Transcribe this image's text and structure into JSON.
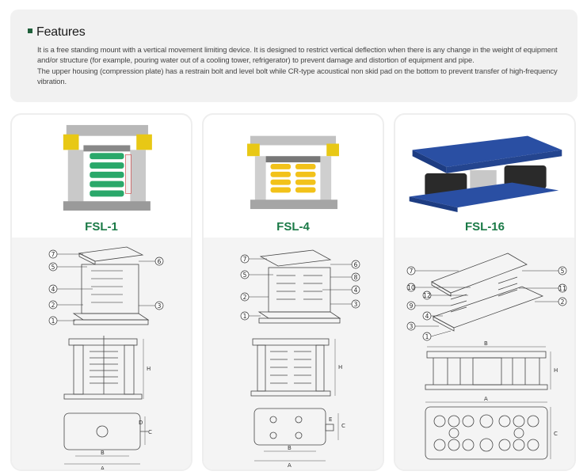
{
  "features": {
    "title": "Features",
    "paragraph1": "It is a free standing mount with a vertical movement limiting device. It is designed to restrict vertical deflection when there is any change in the weight of equipment and/or structure (for example, pouring water out of a cooling tower, refrigerator) to prevent damage and distortion of equipment and pipe.",
    "paragraph2": "The upper housing (compression plate) has a restrain bolt and level bolt while CR-type acoustical non skid pad on the bottom to prevent transfer of high-frequency vibration."
  },
  "products": [
    {
      "name": "FSL-1"
    },
    {
      "name": "FSL-4"
    },
    {
      "name": "FSL-16"
    }
  ],
  "fsl1": {
    "callouts": [
      "7",
      "5",
      "4",
      "2",
      "1",
      "6",
      "3"
    ],
    "dims": {
      "h": "H",
      "b": "B",
      "a": "A",
      "c": "C",
      "d": "D"
    }
  },
  "fsl4": {
    "callouts": [
      "7",
      "5",
      "2",
      "1",
      "6",
      "8",
      "4",
      "3"
    ],
    "dims": {
      "h": "H",
      "b": "B",
      "a": "A",
      "c": "C",
      "e": "E"
    }
  },
  "fsl16": {
    "callouts": [
      "7",
      "10",
      "12",
      "9",
      "4",
      "3",
      "1",
      "5",
      "11",
      "2"
    ],
    "dims": {
      "h": "H",
      "b": "B",
      "a": "A",
      "c": "C"
    }
  },
  "colors": {
    "brand_green": "#1b7a47",
    "spring_green": "#2aa86a",
    "spring_yellow": "#f2c21a",
    "base_blue": "#2a4fa3"
  }
}
